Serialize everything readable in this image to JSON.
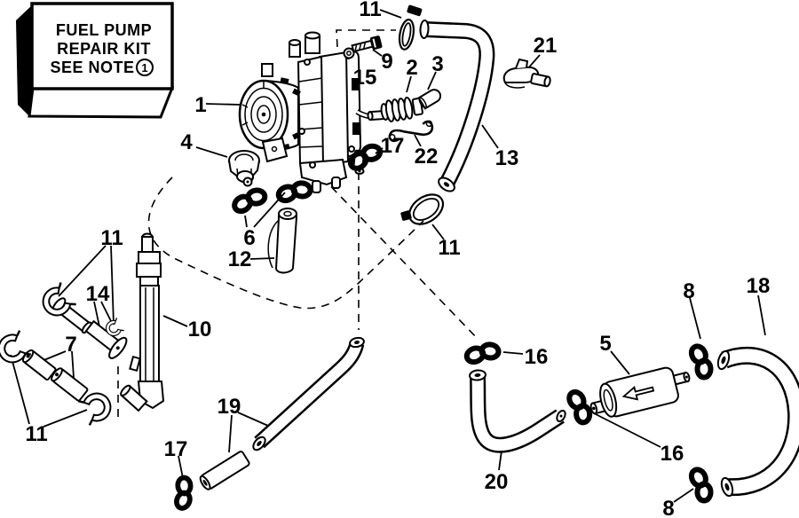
{
  "colors": {
    "ink": "#000000",
    "paper": "#ffffff"
  },
  "note_box": {
    "lines": [
      "FUEL PUMP",
      "REPAIR KIT",
      "SEE NOTE"
    ],
    "circled_number": "1"
  },
  "callouts": {
    "c1": "1",
    "c2": "2",
    "c3": "3",
    "c4": "4",
    "c5": "5",
    "c6": "6",
    "c7": "7",
    "c8a": "8",
    "c8b": "8",
    "c9": "9",
    "c10": "10",
    "c11a": "11",
    "c11b": "11",
    "c11c": "11",
    "c11d": "11",
    "c12": "12",
    "c13": "13",
    "c14": "14",
    "c15": "15",
    "c16a": "16",
    "c16b": "16",
    "c17a": "17",
    "c17b": "17",
    "c18": "18",
    "c19": "19",
    "c20": "20",
    "c21": "21",
    "c22": "22"
  }
}
